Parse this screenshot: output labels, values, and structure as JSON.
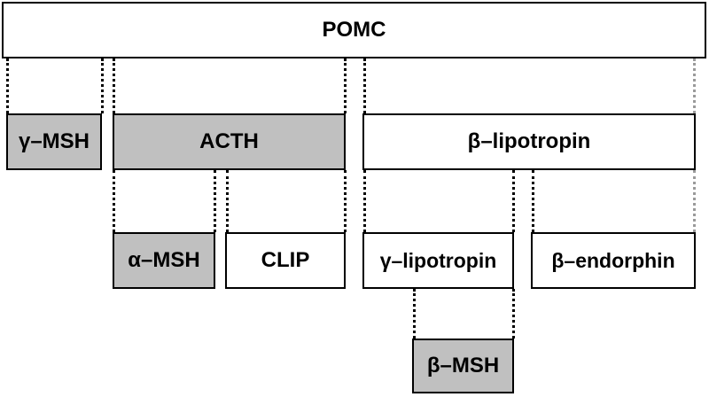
{
  "diagram": {
    "nodes": {
      "pomc": "POMC",
      "gamma_msh": "γ–MSH",
      "acth": "ACTH",
      "beta_lipotropin": "β–lipotropin",
      "alpha_msh": "α–MSH",
      "clip": "CLIP",
      "gamma_lipotropin": "γ–lipotropin",
      "beta_endorphin": "β–endorphin",
      "beta_msh": "β–MSH"
    },
    "colors": {
      "shaded_fill": "#c0c0c0",
      "plain_fill": "#ffffff",
      "outline": "#000000"
    },
    "shaded_nodes": [
      "gamma_msh",
      "acth",
      "alpha_msh",
      "beta_msh"
    ]
  }
}
